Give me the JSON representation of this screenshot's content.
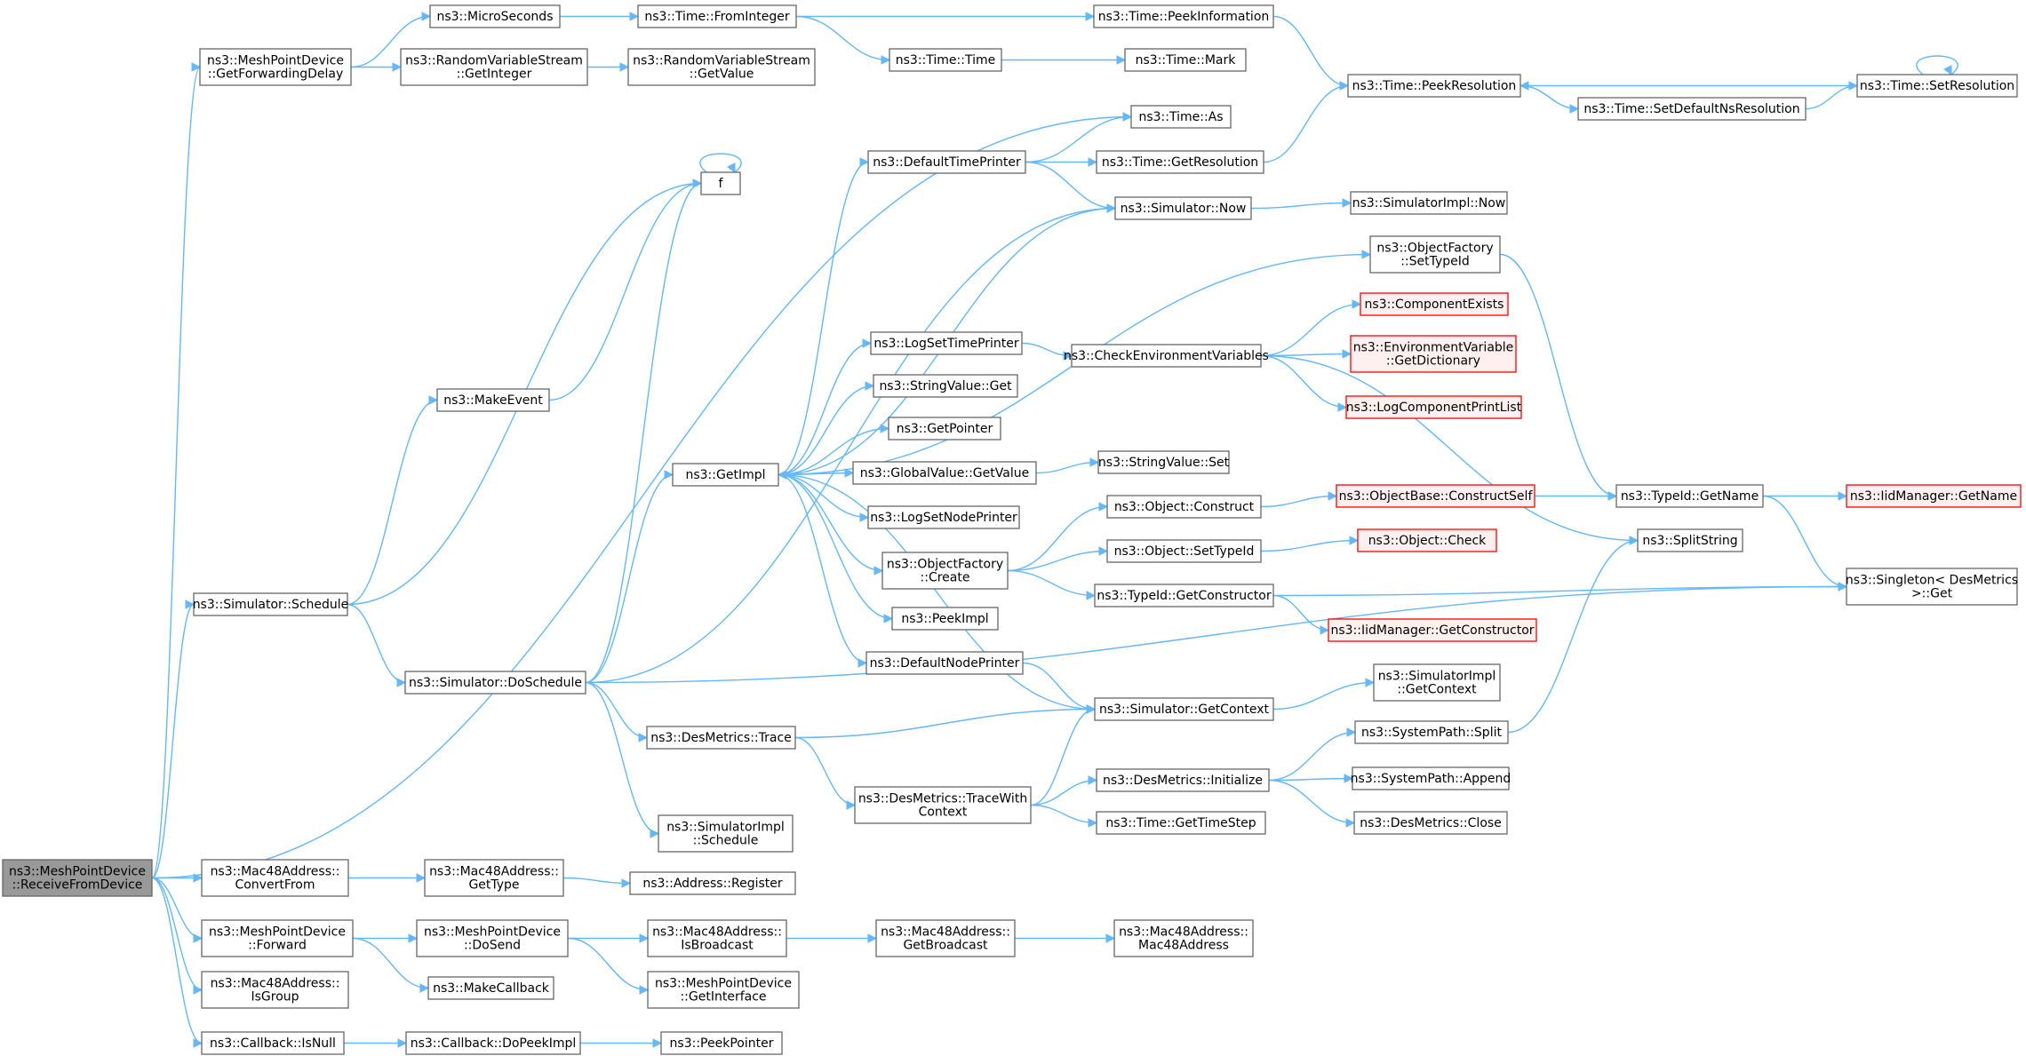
{
  "graph": {
    "edge_color": "#63b8ff",
    "root_fill": "#999999",
    "red_border": "#ff0000",
    "nodes": [
      {
        "id": "root",
        "lines": [
          "ns3::MeshPointDevice",
          "::ReceiveFromDevice"
        ],
        "style": "root"
      },
      {
        "id": "getfwd",
        "lines": [
          "ns3::MeshPointDevice",
          "::GetForwardingDelay"
        ]
      },
      {
        "id": "micro",
        "lines": [
          "ns3::MicroSeconds"
        ]
      },
      {
        "id": "fromint",
        "lines": [
          "ns3::Time::FromInteger"
        ]
      },
      {
        "id": "peekinfo",
        "lines": [
          "ns3::Time::PeekInformation"
        ]
      },
      {
        "id": "timetime",
        "lines": [
          "ns3::Time::Time"
        ]
      },
      {
        "id": "mark",
        "lines": [
          "ns3::Time::Mark"
        ]
      },
      {
        "id": "rvsgetint",
        "lines": [
          "ns3::RandomVariableStream",
          "::GetInteger"
        ]
      },
      {
        "id": "rvsgetval",
        "lines": [
          "ns3::RandomVariableStream",
          "::GetValue"
        ]
      },
      {
        "id": "peekres",
        "lines": [
          "ns3::Time::PeekResolution"
        ]
      },
      {
        "id": "setres",
        "lines": [
          "ns3::Time::SetResolution"
        ]
      },
      {
        "id": "setdefns",
        "lines": [
          "ns3::Time::SetDefaultNsResolution"
        ]
      },
      {
        "id": "timeas",
        "lines": [
          "ns3::Time::As"
        ]
      },
      {
        "id": "f",
        "lines": [
          "f"
        ]
      },
      {
        "id": "deftp",
        "lines": [
          "ns3::DefaultTimePrinter"
        ]
      },
      {
        "id": "getres",
        "lines": [
          "ns3::Time::GetResolution"
        ]
      },
      {
        "id": "simnow",
        "lines": [
          "ns3::Simulator::Now"
        ]
      },
      {
        "id": "simimplnow",
        "lines": [
          "ns3::SimulatorImpl::Now"
        ]
      },
      {
        "id": "ofsettid",
        "lines": [
          "ns3::ObjectFactory",
          "::SetTypeId"
        ]
      },
      {
        "id": "compexists",
        "lines": [
          "ns3::ComponentExists"
        ],
        "style": "red"
      },
      {
        "id": "logsettp",
        "lines": [
          "ns3::LogSetTimePrinter"
        ]
      },
      {
        "id": "checkenv",
        "lines": [
          "ns3::CheckEnvironmentVariables"
        ]
      },
      {
        "id": "envdict",
        "lines": [
          "ns3::EnvironmentVariable",
          "::GetDictionary"
        ],
        "style": "red"
      },
      {
        "id": "strget",
        "lines": [
          "ns3::StringValue::Get"
        ]
      },
      {
        "id": "logcomp",
        "lines": [
          "ns3::LogComponentPrintList"
        ],
        "style": "red"
      },
      {
        "id": "makeevent",
        "lines": [
          "ns3::MakeEvent"
        ]
      },
      {
        "id": "getpointer",
        "lines": [
          "ns3::GetPointer"
        ]
      },
      {
        "id": "getimpl",
        "lines": [
          "ns3::GetImpl"
        ]
      },
      {
        "id": "gvgetval",
        "lines": [
          "ns3::GlobalValue::GetValue"
        ]
      },
      {
        "id": "strset",
        "lines": [
          "ns3::StringValue::Set"
        ]
      },
      {
        "id": "objconstruct",
        "lines": [
          "ns3::Object::Construct"
        ]
      },
      {
        "id": "obconstructself",
        "lines": [
          "ns3::ObjectBase::ConstructSelf"
        ],
        "style": "red"
      },
      {
        "id": "tidgetname",
        "lines": [
          "ns3::TypeId::GetName"
        ]
      },
      {
        "id": "iidgetname",
        "lines": [
          "ns3::IidManager::GetName"
        ],
        "style": "red"
      },
      {
        "id": "logsetnp",
        "lines": [
          "ns3::LogSetNodePrinter"
        ]
      },
      {
        "id": "ofcreate",
        "lines": [
          "ns3::ObjectFactory",
          "::Create"
        ]
      },
      {
        "id": "objsettid",
        "lines": [
          "ns3::Object::SetTypeId"
        ]
      },
      {
        "id": "objcheck",
        "lines": [
          "ns3::Object::Check"
        ],
        "style": "red"
      },
      {
        "id": "splitstr",
        "lines": [
          "ns3::SplitString"
        ]
      },
      {
        "id": "singleton",
        "lines": [
          "ns3::Singleton< DesMetrics",
          " >::Get"
        ]
      },
      {
        "id": "simschedule",
        "lines": [
          "ns3::Simulator::Schedule"
        ]
      },
      {
        "id": "tidgetctor",
        "lines": [
          "ns3::TypeId::GetConstructor"
        ]
      },
      {
        "id": "peekimpl",
        "lines": [
          "ns3::PeekImpl"
        ]
      },
      {
        "id": "iidgetctor",
        "lines": [
          "ns3::IidManager::GetConstructor"
        ],
        "style": "red"
      },
      {
        "id": "defnp",
        "lines": [
          "ns3::DefaultNodePrinter"
        ]
      },
      {
        "id": "simdosched",
        "lines": [
          "ns3::Simulator::DoSchedule"
        ]
      },
      {
        "id": "simimplctx",
        "lines": [
          "ns3::SimulatorImpl",
          "::GetContext"
        ]
      },
      {
        "id": "simgetctx",
        "lines": [
          "ns3::Simulator::GetContext"
        ]
      },
      {
        "id": "dmtrace",
        "lines": [
          "ns3::DesMetrics::Trace"
        ]
      },
      {
        "id": "spsplit",
        "lines": [
          "ns3::SystemPath::Split"
        ]
      },
      {
        "id": "dminit",
        "lines": [
          "ns3::DesMetrics::Initialize"
        ]
      },
      {
        "id": "spappend",
        "lines": [
          "ns3::SystemPath::Append"
        ]
      },
      {
        "id": "dmtracectx",
        "lines": [
          "ns3::DesMetrics::TraceWith",
          "Context"
        ]
      },
      {
        "id": "gettimestep",
        "lines": [
          "ns3::Time::GetTimeStep"
        ]
      },
      {
        "id": "dmclose",
        "lines": [
          "ns3::DesMetrics::Close"
        ]
      },
      {
        "id": "simimplsched",
        "lines": [
          "ns3::SimulatorImpl",
          "::Schedule"
        ]
      },
      {
        "id": "macconvfrom",
        "lines": [
          "ns3::Mac48Address::",
          "ConvertFrom"
        ]
      },
      {
        "id": "macgettype",
        "lines": [
          "ns3::Mac48Address::",
          "GetType"
        ]
      },
      {
        "id": "addrreg",
        "lines": [
          "ns3::Address::Register"
        ]
      },
      {
        "id": "mpdforward",
        "lines": [
          "ns3::MeshPointDevice",
          "::Forward"
        ]
      },
      {
        "id": "mpddosend",
        "lines": [
          "ns3::MeshPointDevice",
          "::DoSend"
        ]
      },
      {
        "id": "macisbcast",
        "lines": [
          "ns3::Mac48Address::",
          "IsBroadcast"
        ]
      },
      {
        "id": "macgetbcast",
        "lines": [
          "ns3::Mac48Address::",
          "GetBroadcast"
        ]
      },
      {
        "id": "macctor",
        "lines": [
          "ns3::Mac48Address::",
          "Mac48Address"
        ]
      },
      {
        "id": "macisgroup",
        "lines": [
          "ns3::Mac48Address::",
          "IsGroup"
        ]
      },
      {
        "id": "makecb",
        "lines": [
          "ns3::MakeCallback"
        ]
      },
      {
        "id": "mpdgetif",
        "lines": [
          "ns3::MeshPointDevice",
          "::GetInterface"
        ]
      },
      {
        "id": "cbisnull",
        "lines": [
          "ns3::Callback::IsNull"
        ]
      },
      {
        "id": "cbdopeek",
        "lines": [
          "ns3::Callback::DoPeekImpl"
        ]
      },
      {
        "id": "peekptr",
        "lines": [
          "ns3::PeekPointer"
        ]
      }
    ],
    "edges": [
      [
        "root",
        "getfwd"
      ],
      [
        "root",
        "timeas"
      ],
      [
        "root",
        "simschedule"
      ],
      [
        "root",
        "macconvfrom"
      ],
      [
        "root",
        "mpdforward"
      ],
      [
        "root",
        "macisgroup"
      ],
      [
        "root",
        "cbisnull"
      ],
      [
        "getfwd",
        "micro"
      ],
      [
        "getfwd",
        "rvsgetint"
      ],
      [
        "micro",
        "fromint"
      ],
      [
        "fromint",
        "peekinfo"
      ],
      [
        "fromint",
        "timetime"
      ],
      [
        "timetime",
        "mark"
      ],
      [
        "peekinfo",
        "peekres"
      ],
      [
        "rvsgetint",
        "rvsgetval"
      ],
      [
        "setres",
        "peekres"
      ],
      [
        "peekres",
        "setdefns"
      ],
      [
        "setdefns",
        "setres"
      ],
      [
        "setres",
        "setres"
      ],
      [
        "f",
        "f"
      ],
      [
        "makeevent",
        "f"
      ],
      [
        "simschedule",
        "f"
      ],
      [
        "simdosched",
        "f"
      ],
      [
        "simschedule",
        "makeevent"
      ],
      [
        "simschedule",
        "simdosched"
      ],
      [
        "deftp",
        "timeas"
      ],
      [
        "deftp",
        "getres"
      ],
      [
        "deftp",
        "simnow"
      ],
      [
        "getres",
        "peekres"
      ],
      [
        "simnow",
        "simimplnow"
      ],
      [
        "simnow",
        "getimpl"
      ],
      [
        "getimpl",
        "deftp"
      ],
      [
        "getimpl",
        "ofsettid"
      ],
      [
        "getimpl",
        "logsettp"
      ],
      [
        "getimpl",
        "strget"
      ],
      [
        "getimpl",
        "getpointer"
      ],
      [
        "getimpl",
        "gvgetval"
      ],
      [
        "getimpl",
        "logsetnp"
      ],
      [
        "getimpl",
        "ofcreate"
      ],
      [
        "getimpl",
        "peekimpl"
      ],
      [
        "getimpl",
        "defnp"
      ],
      [
        "logsettp",
        "checkenv"
      ],
      [
        "checkenv",
        "compexists"
      ],
      [
        "checkenv",
        "envdict"
      ],
      [
        "checkenv",
        "logcomp"
      ],
      [
        "checkenv",
        "splitstr"
      ],
      [
        "gvgetval",
        "strset"
      ],
      [
        "ofsettid",
        "tidgetname"
      ],
      [
        "ofcreate",
        "objconstruct"
      ],
      [
        "ofcreate",
        "objsettid"
      ],
      [
        "ofcreate",
        "tidgetctor"
      ],
      [
        "objconstruct",
        "obconstructself"
      ],
      [
        "obconstructself",
        "tidgetname"
      ],
      [
        "objsettid",
        "objcheck"
      ],
      [
        "tidgetname",
        "iidgetname"
      ],
      [
        "tidgetname",
        "singleton"
      ],
      [
        "tidgetctor",
        "singleton"
      ],
      [
        "tidgetctor",
        "iidgetctor"
      ],
      [
        "defnp",
        "simgetctx"
      ],
      [
        "simgetctx",
        "simimplctx"
      ],
      [
        "simgetctx",
        "getimpl"
      ],
      [
        "simdosched",
        "simnow"
      ],
      [
        "simdosched",
        "getimpl"
      ],
      [
        "simdosched",
        "dmtrace"
      ],
      [
        "simdosched",
        "simimplsched"
      ],
      [
        "simdosched",
        "singleton"
      ],
      [
        "dmtrace",
        "simgetctx"
      ],
      [
        "dmtrace",
        "dmtracectx"
      ],
      [
        "dmtracectx",
        "simgetctx"
      ],
      [
        "dmtracectx",
        "dminit"
      ],
      [
        "dmtracectx",
        "gettimestep"
      ],
      [
        "dminit",
        "spsplit"
      ],
      [
        "dminit",
        "spappend"
      ],
      [
        "dminit",
        "dmclose"
      ],
      [
        "spsplit",
        "splitstr"
      ],
      [
        "macconvfrom",
        "macgettype"
      ],
      [
        "macgettype",
        "addrreg"
      ],
      [
        "mpdforward",
        "mpddosend"
      ],
      [
        "mpdforward",
        "makecb"
      ],
      [
        "mpddosend",
        "macisbcast"
      ],
      [
        "mpddosend",
        "mpdgetif"
      ],
      [
        "macisbcast",
        "macgetbcast"
      ],
      [
        "macgetbcast",
        "macctor"
      ],
      [
        "cbisnull",
        "cbdopeek"
      ],
      [
        "cbdopeek",
        "peekptr"
      ]
    ]
  }
}
